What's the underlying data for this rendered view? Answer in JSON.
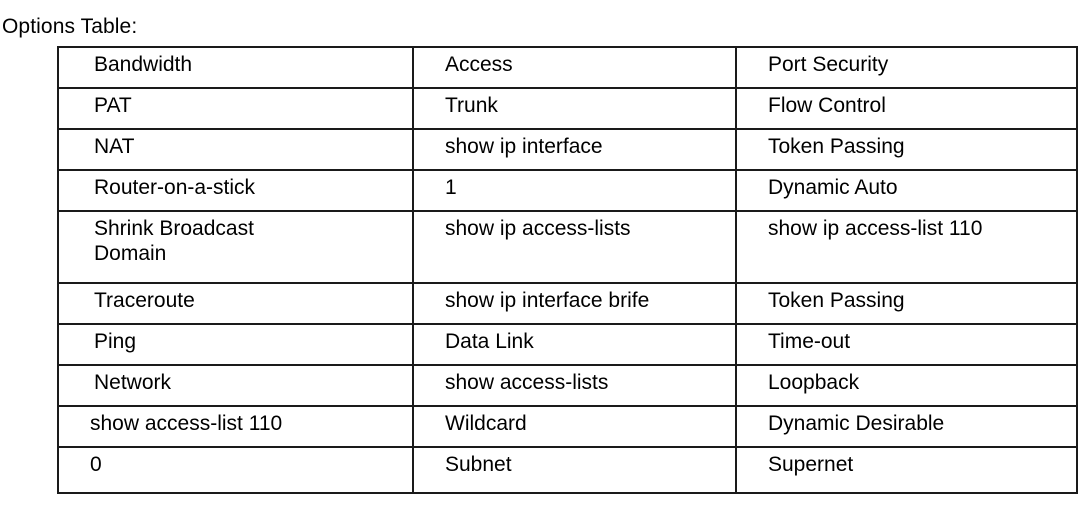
{
  "document": {
    "caption": "Options Table:",
    "text_color": "#000000",
    "border_color": "#1a1a1a",
    "background_color": "#ffffff"
  },
  "table": {
    "name": "options-table",
    "column_count": 3,
    "row_count": 10,
    "has_header_row": false,
    "rows": [
      {
        "a": "Bandwidth",
        "b": "Access",
        "c": "Port Security"
      },
      {
        "a": "PAT",
        "b": "Trunk",
        "c": "Flow Control"
      },
      {
        "a": "NAT",
        "b": "show ip interface",
        "c": "Token Passing"
      },
      {
        "a": "Router-on-a-stick",
        "b": "1",
        "c": "Dynamic Auto"
      },
      {
        "a": "Shrink Broadcast\nDomain",
        "b": "show ip access-lists",
        "c": "show ip access-list 110"
      },
      {
        "a": "Traceroute",
        "b": "show ip interface brife",
        "c": "Token Passing"
      },
      {
        "a": "Ping",
        "b": "Data Link",
        "c": "Time-out"
      },
      {
        "a": "Network",
        "b": "show access-lists",
        "c": "Loopback"
      },
      {
        "a": "show access-list 110",
        "b": "Wildcard",
        "c": "Dynamic Desirable"
      },
      {
        "a": "0",
        "b": "Subnet",
        "c": "Supernet"
      }
    ]
  }
}
